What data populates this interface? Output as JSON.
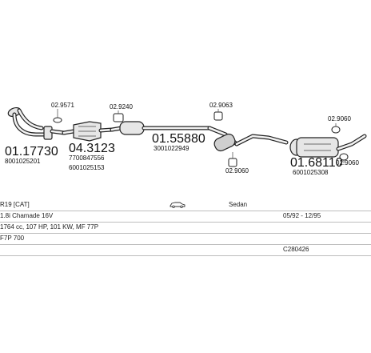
{
  "parts": [
    {
      "id": "front_pipe",
      "number": "01.17730",
      "oe": "8001025201"
    },
    {
      "id": "catalyst",
      "number": "04.3123",
      "oe1": "7700847556",
      "oe2": "6001025153"
    },
    {
      "id": "middle_silencer",
      "number": "01.55880",
      "oe": "3001022949"
    },
    {
      "id": "rear_silencer",
      "number": "01.68110",
      "oe": "6001025308"
    }
  ],
  "small_codes": [
    "02.9571",
    "02.9240",
    "02.9063",
    "02.9060",
    "02.9060",
    "02.9060"
  ],
  "info": {
    "model": "R19 [CAT]",
    "body": "Sedan",
    "body_icon": "sedan-car-icon",
    "engine_name": "1.8i Chamade 16V",
    "years": "05/92 - 12/95",
    "engine_spec": "1764 cc, 107 HP, 101 KW, MF 77P",
    "engine_code": "F7P 700",
    "catalog_number": "C280426"
  }
}
